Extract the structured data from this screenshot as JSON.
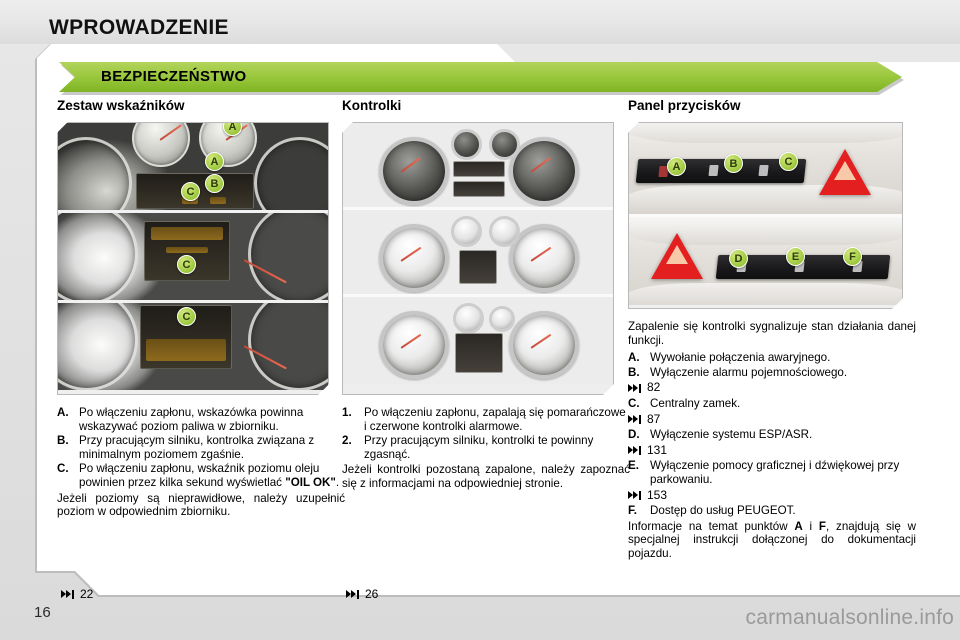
{
  "header": {
    "chapter_title": "WPROWADZENIE",
    "section_banner": "BEZPIECZEŃSTWO",
    "banner_color": "#9cc93f"
  },
  "columns": [
    {
      "heading": "Zestaw wskaźników",
      "figure": {
        "name": "instrument-cluster-photos",
        "callouts": [
          "A",
          "B",
          "C",
          "C",
          "C"
        ]
      },
      "items": [
        {
          "key": "A.",
          "text": "Po włączeniu zapłonu, wskazówka powinna wskazywać poziom paliwa w zbiorniku."
        },
        {
          "key": "B.",
          "text": "Przy pracującym silniku, kontrolka związana z minimalnym poziomem zgaśnie."
        },
        {
          "key": "C.",
          "text": "Po włączeniu zapłonu, wskaźnik poziomu oleju powinien przez kilka sekund wyświetlać ",
          "bold_suffix": "\"OIL OK\"",
          "after_bold": "."
        }
      ],
      "paragraph": "Jeżeli poziomy są nieprawidłowe, należy uzupełnić poziom w odpowiednim zbiorniku.",
      "reference": "22"
    },
    {
      "heading": "Kontrolki",
      "figure": {
        "name": "dashboard-cluster-variants",
        "callouts": []
      },
      "items": [
        {
          "key": "1.",
          "text": "Po włączeniu zapłonu, zapalają się pomarańczowe i czerwone kontrolki alarmowe."
        },
        {
          "key": "2.",
          "text": "Przy pracującym silniku, kontrolki te powinny zgasnąć."
        }
      ],
      "paragraph": "Jeżeli kontrolki pozostaną zapalone, należy zapoznać się z informacjami na odpowiedniej stronie.",
      "reference": "26"
    },
    {
      "heading": "Panel przycisków",
      "figure": {
        "name": "button-panel-photos",
        "callouts": [
          "A",
          "B",
          "C",
          "D",
          "E",
          "F"
        ]
      },
      "intro": "Zapalenie się kontrolki sygnalizuje stan działania danej funkcji.",
      "items": [
        {
          "key": "A.",
          "text": "Wywołanie połączenia awaryjnego."
        },
        {
          "key": "B.",
          "text": "Wyłączenie alarmu pojemnościowego."
        },
        {
          "ref": "82"
        },
        {
          "key": "C.",
          "text": "Centralny zamek."
        },
        {
          "ref": "87"
        },
        {
          "key": "D.",
          "text": "Wyłączenie systemu ESP/ASR."
        },
        {
          "ref": "131"
        },
        {
          "key": "E.",
          "text": "Wyłączenie pomocy graficznej i dźwiękowej przy parkowaniu."
        },
        {
          "ref": "153"
        },
        {
          "key": "F.",
          "text": "Dostęp do usług PEUGEOT."
        }
      ],
      "closing": {
        "part1": "Informacje na temat punktów ",
        "boldA": "A",
        "mid": " i ",
        "boldF": "F",
        "part2": ", znajdują się w specjalnej instrukcji dołączonej do dokumentacji pojazdu."
      }
    }
  ],
  "footer": {
    "page_number": "16",
    "watermark": "carmanualsonline.info"
  }
}
